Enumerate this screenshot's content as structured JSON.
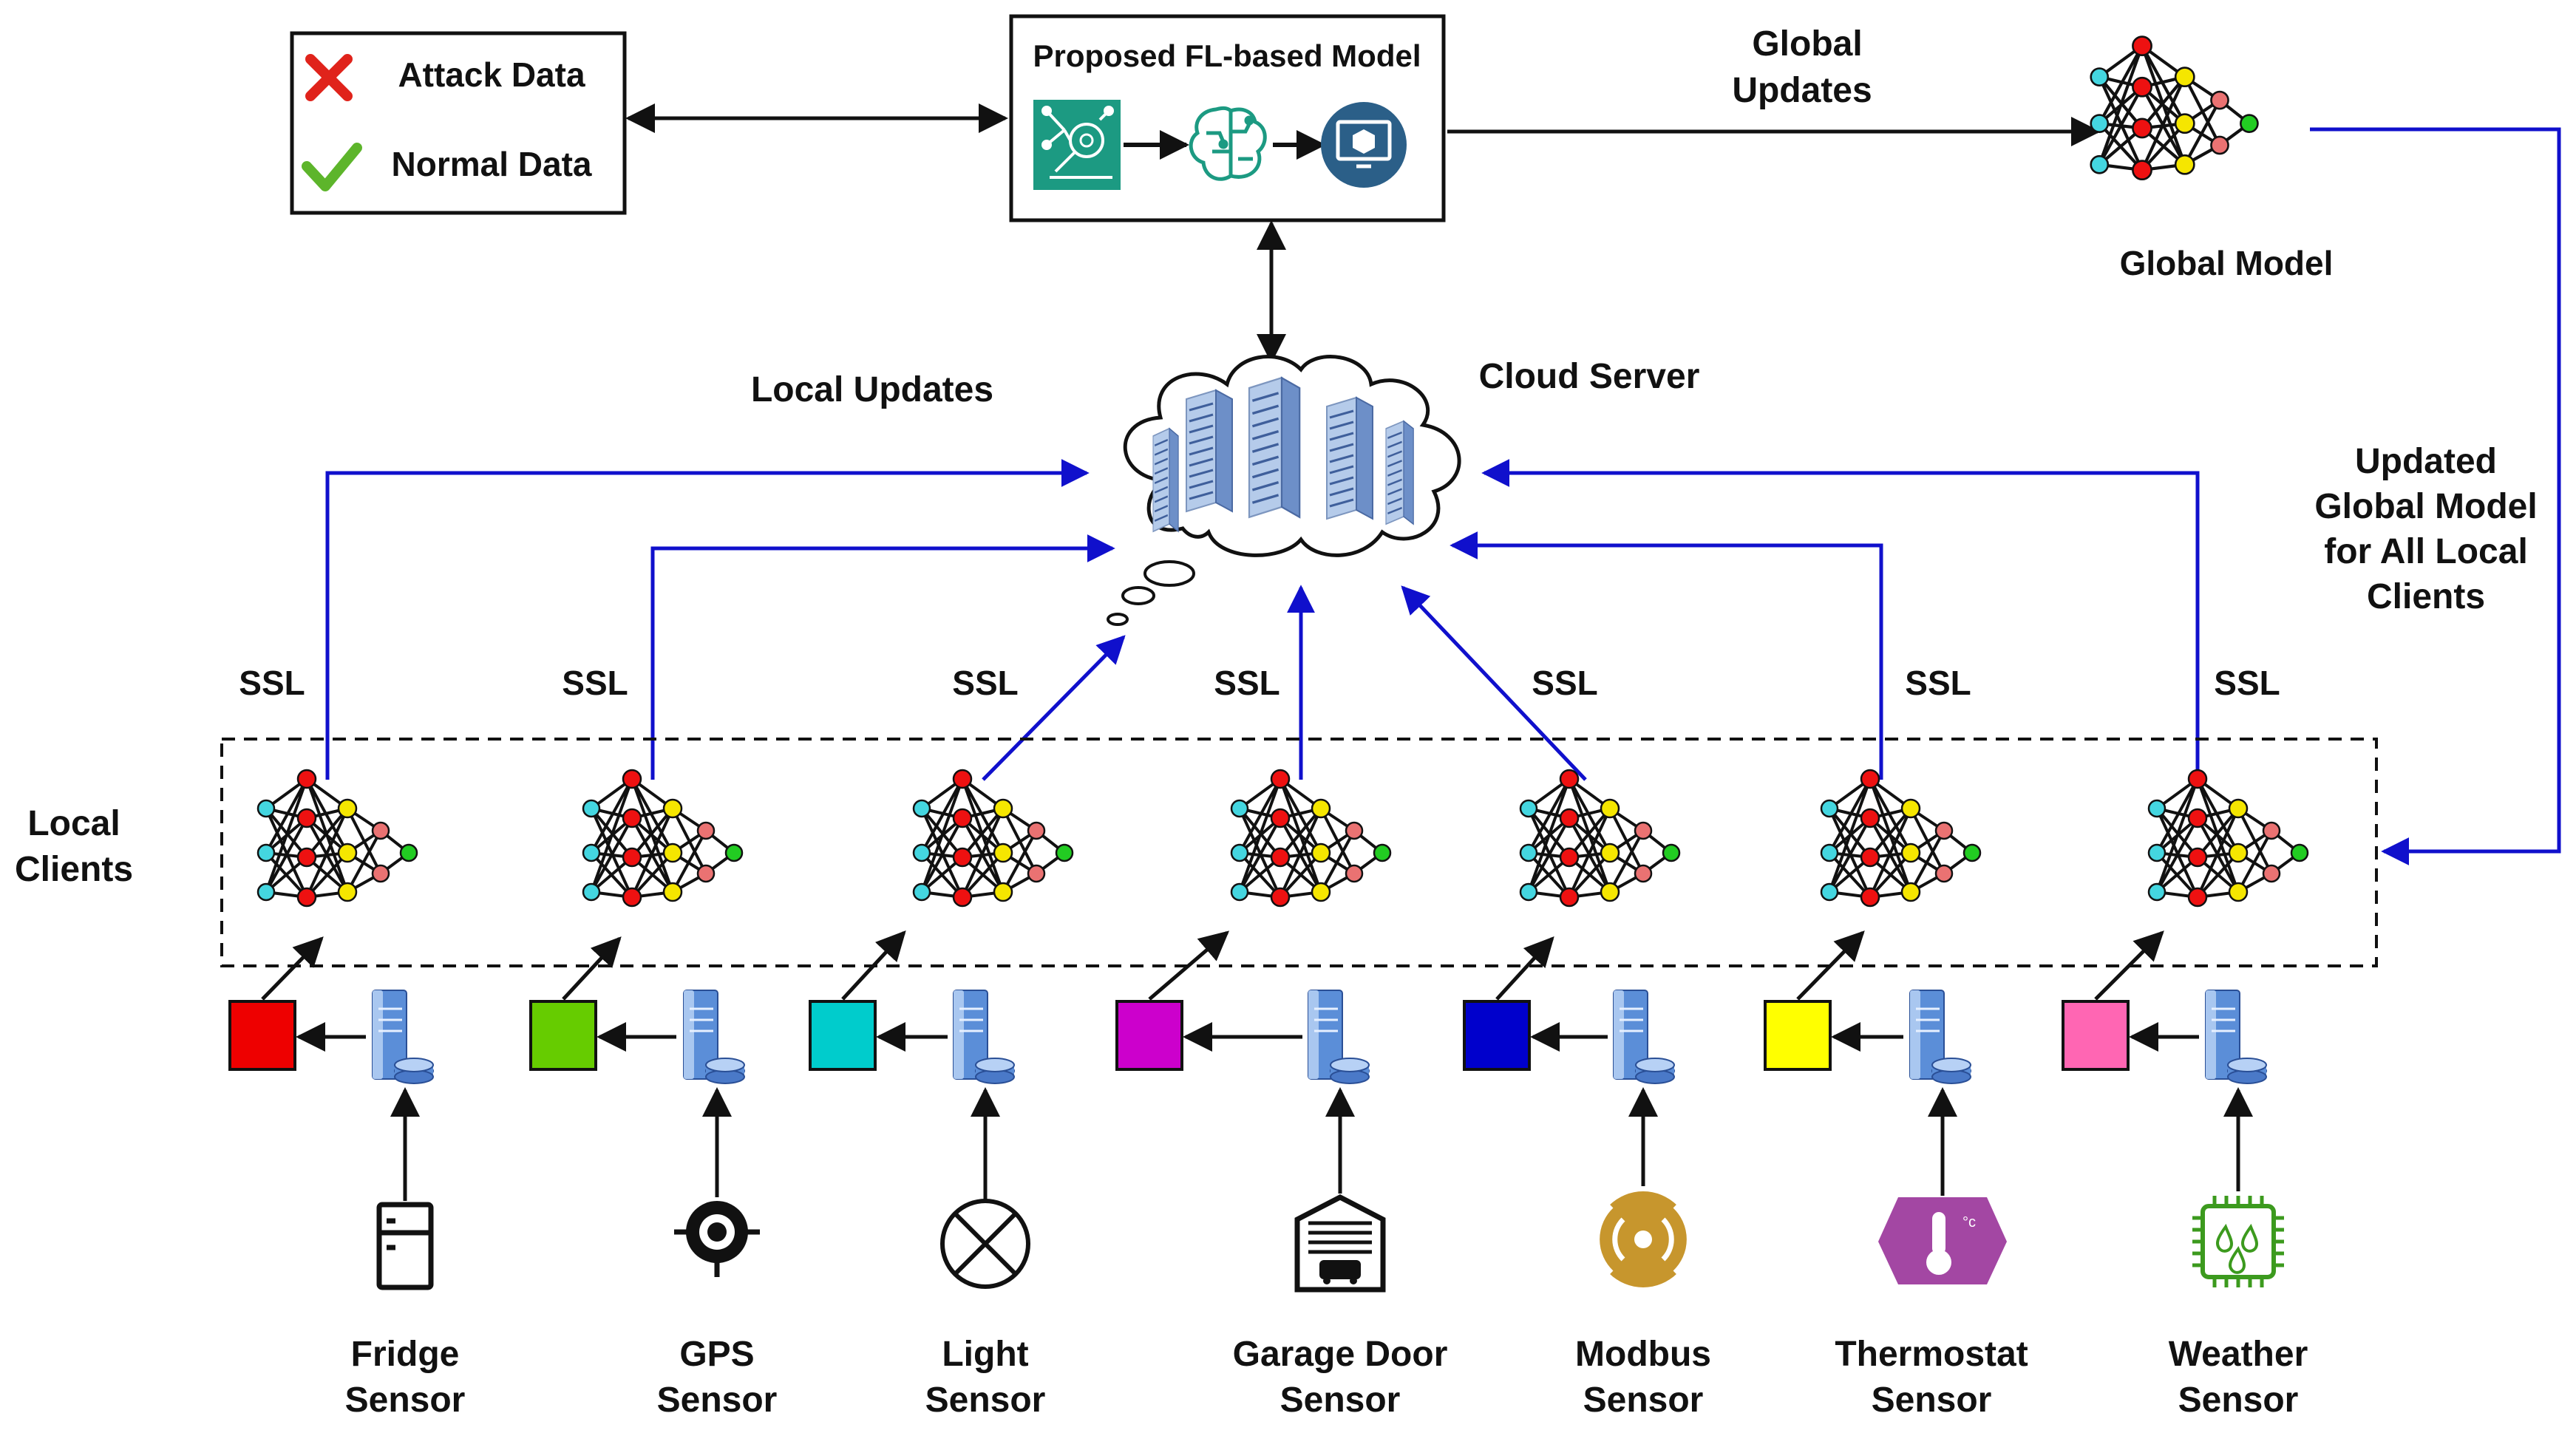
{
  "legend": {
    "attack_label": "Attack Data",
    "normal_label": "Normal Data",
    "attack_color": "#e0231b",
    "normal_color": "#5db52b"
  },
  "model_box": {
    "title": "Proposed FL-based Model"
  },
  "labels": {
    "global_updates_1": "Global",
    "global_updates_2": "Updates",
    "global_model": "Global Model",
    "cloud_server": "Cloud Server",
    "local_updates": "Local Updates",
    "updated_1": "Updated",
    "updated_2": "Global Model",
    "updated_3": "for All Local",
    "updated_4": "Clients",
    "local_clients_1": "Local",
    "local_clients_2": "Clients",
    "ssl": "SSL"
  },
  "clients": [
    {
      "name_1": "Fridge",
      "name_2": "Sensor",
      "color": "#ee0000",
      "icon": "fridge-icon"
    },
    {
      "name_1": "GPS",
      "name_2": "Sensor",
      "color": "#66cc00",
      "icon": "gps-icon"
    },
    {
      "name_1": "Light",
      "name_2": "Sensor",
      "color": "#00cccc",
      "icon": "light-bulb-icon"
    },
    {
      "name_1": "Garage Door",
      "name_2": "Sensor",
      "color": "#cc00cc",
      "icon": "garage-icon"
    },
    {
      "name_1": "Modbus",
      "name_2": "Sensor",
      "color": "#0000cc",
      "icon": "modbus-icon"
    },
    {
      "name_1": "Thermostat",
      "name_2": "Sensor",
      "color": "#ffff00",
      "icon": "thermostat-icon"
    },
    {
      "name_1": "Weather",
      "name_2": "Sensor",
      "color": "#ff66b3",
      "icon": "weather-chip-icon"
    }
  ],
  "colors": {
    "arrow_blue": "#1010cc",
    "node_cyan": "#44d6e0",
    "node_red": "#ee1111",
    "node_yellow": "#f5e600",
    "node_salmon": "#ea7272",
    "node_green": "#22cc22",
    "ml_tile": "#1c9a82",
    "monitor_circle": "#2b5f88",
    "modbus_gold": "#c7962d",
    "thermostat_purple": "#a347a3",
    "weather_green": "#3c9a1e"
  }
}
